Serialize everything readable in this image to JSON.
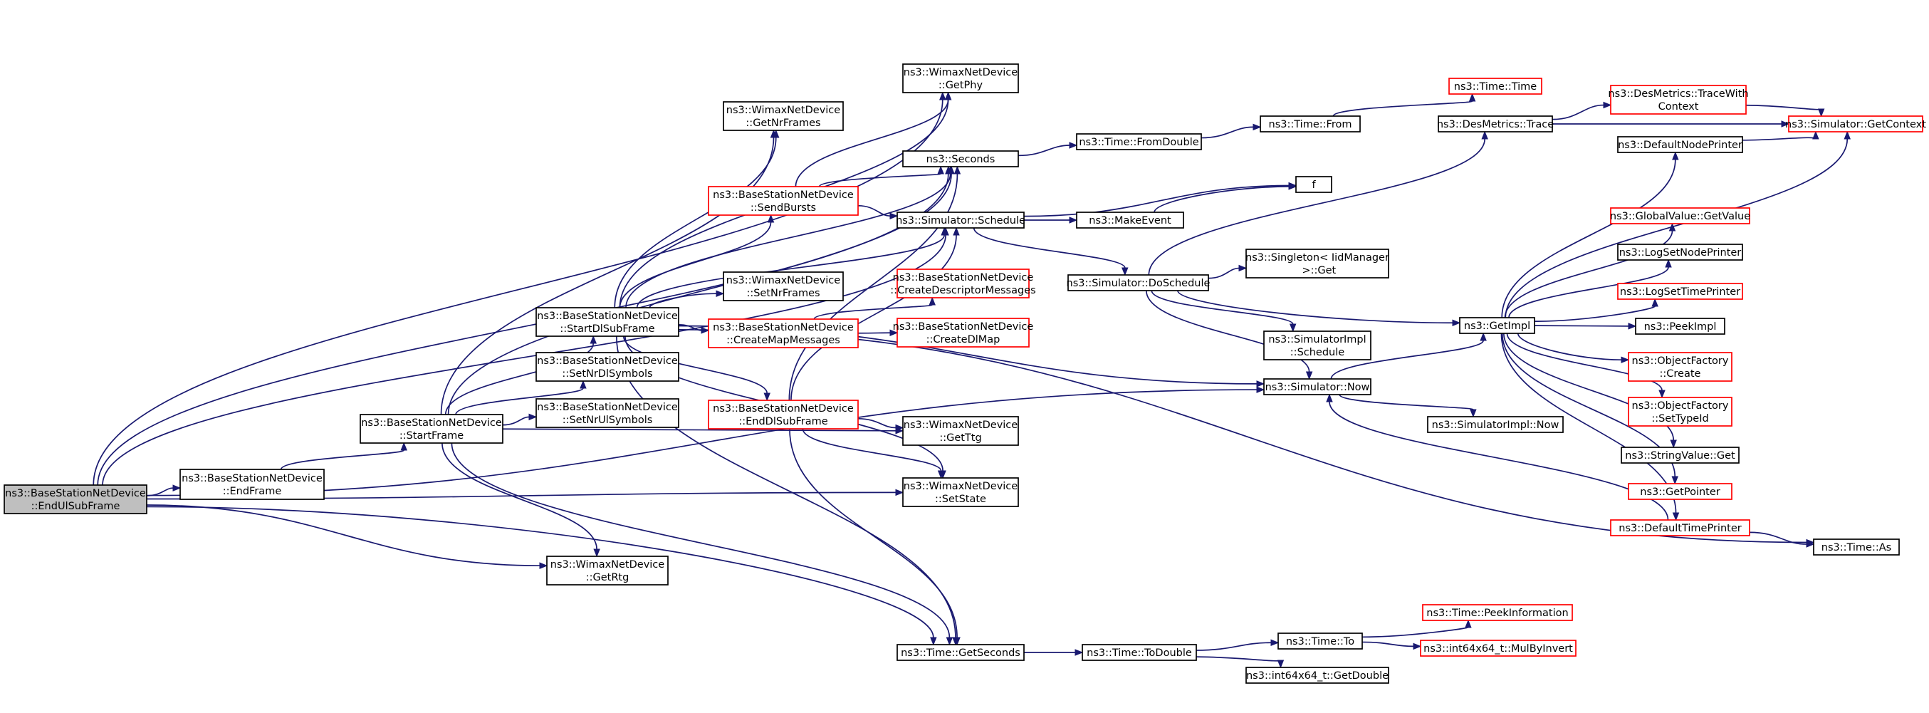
{
  "colors": {
    "edge": "#191970",
    "border_documented": "#000000",
    "border_undocumented": "#ff0000",
    "root_fill": "#bfbfbf",
    "node_fill": "#ffffff"
  },
  "nodes": [
    {
      "id": "endul",
      "lines": [
        "ns3::BaseStationNetDevice",
        "::EndUlSubFrame"
      ],
      "border": "black",
      "root": true
    },
    {
      "id": "endframe",
      "lines": [
        "ns3::BaseStationNetDevice",
        "::EndFrame"
      ],
      "border": "black"
    },
    {
      "id": "startframe",
      "lines": [
        "ns3::BaseStationNetDevice",
        "::StartFrame"
      ],
      "border": "black"
    },
    {
      "id": "startdl",
      "lines": [
        "ns3::BaseStationNetDevice",
        "::StartDlSubFrame"
      ],
      "border": "black"
    },
    {
      "id": "setnrdl",
      "lines": [
        "ns3::BaseStationNetDevice",
        "::SetNrDlSymbols"
      ],
      "border": "black"
    },
    {
      "id": "setnrul",
      "lines": [
        "ns3::BaseStationNetDevice",
        "::SetNrUlSymbols"
      ],
      "border": "black"
    },
    {
      "id": "getrtg",
      "lines": [
        "ns3::WimaxNetDevice",
        "::GetRtg"
      ],
      "border": "black"
    },
    {
      "id": "getnrframes",
      "lines": [
        "ns3::WimaxNetDevice",
        "::GetNrFrames"
      ],
      "border": "black"
    },
    {
      "id": "sendbursts",
      "lines": [
        "ns3::BaseStationNetDevice",
        "::SendBursts"
      ],
      "border": "red"
    },
    {
      "id": "setnrframes",
      "lines": [
        "ns3::WimaxNetDevice",
        "::SetNrFrames"
      ],
      "border": "black"
    },
    {
      "id": "createmap",
      "lines": [
        "ns3::BaseStationNetDevice",
        "::CreateMapMessages"
      ],
      "border": "red"
    },
    {
      "id": "enddl",
      "lines": [
        "ns3::BaseStationNetDevice",
        "::EndDlSubFrame"
      ],
      "border": "red"
    },
    {
      "id": "getphy",
      "lines": [
        "ns3::WimaxNetDevice",
        "::GetPhy"
      ],
      "border": "black"
    },
    {
      "id": "seconds",
      "lines": [
        "ns3::Seconds"
      ],
      "border": "black"
    },
    {
      "id": "schedule",
      "lines": [
        "ns3::Simulator::Schedule"
      ],
      "border": "black"
    },
    {
      "id": "createdesc",
      "lines": [
        "ns3::BaseStationNetDevice",
        "::CreateDescriptorMessages"
      ],
      "border": "red"
    },
    {
      "id": "createdlmap",
      "lines": [
        "ns3::BaseStationNetDevice",
        "::CreateDlMap"
      ],
      "border": "red"
    },
    {
      "id": "getttg",
      "lines": [
        "ns3::WimaxNetDevice",
        "::GetTtg"
      ],
      "border": "black"
    },
    {
      "id": "setstate",
      "lines": [
        "ns3::WimaxNetDevice",
        "::SetState"
      ],
      "border": "black"
    },
    {
      "id": "getseconds",
      "lines": [
        "ns3::Time::GetSeconds"
      ],
      "border": "black"
    },
    {
      "id": "fromdouble",
      "lines": [
        "ns3::Time::FromDouble"
      ],
      "border": "black"
    },
    {
      "id": "makeevent",
      "lines": [
        "ns3::MakeEvent"
      ],
      "border": "black"
    },
    {
      "id": "doschedule",
      "lines": [
        "ns3::Simulator::DoSchedule"
      ],
      "border": "black"
    },
    {
      "id": "todouble",
      "lines": [
        "ns3::Time::ToDouble"
      ],
      "border": "black"
    },
    {
      "id": "timefrom",
      "lines": [
        "ns3::Time::From"
      ],
      "border": "black"
    },
    {
      "id": "f",
      "lines": [
        "f"
      ],
      "border": "black"
    },
    {
      "id": "singleton",
      "lines": [
        "ns3::Singleton< IidManager",
        " >::Get"
      ],
      "border": "black"
    },
    {
      "id": "simimplsched",
      "lines": [
        "ns3::SimulatorImpl",
        "::Schedule"
      ],
      "border": "black"
    },
    {
      "id": "now",
      "lines": [
        "ns3::Simulator::Now"
      ],
      "border": "black"
    },
    {
      "id": "timeto",
      "lines": [
        "ns3::Time::To"
      ],
      "border": "black"
    },
    {
      "id": "getdouble",
      "lines": [
        "ns3::int64x64_t::GetDouble"
      ],
      "border": "black"
    },
    {
      "id": "timetime",
      "lines": [
        "ns3::Time::Time"
      ],
      "border": "red"
    },
    {
      "id": "desmetrics",
      "lines": [
        "ns3::DesMetrics::Trace"
      ],
      "border": "black"
    },
    {
      "id": "getimpl",
      "lines": [
        "ns3::GetImpl"
      ],
      "border": "black"
    },
    {
      "id": "simimplnow",
      "lines": [
        "ns3::SimulatorImpl::Now"
      ],
      "border": "black"
    },
    {
      "id": "peekinfo",
      "lines": [
        "ns3::Time::PeekInformation"
      ],
      "border": "red"
    },
    {
      "id": "mulbyinvert",
      "lines": [
        "ns3::int64x64_t::MulByInvert"
      ],
      "border": "red"
    },
    {
      "id": "tracewith",
      "lines": [
        "ns3::DesMetrics::TraceWith",
        "Context"
      ],
      "border": "red"
    },
    {
      "id": "getcontext",
      "lines": [
        "ns3::Simulator::GetContext"
      ],
      "border": "red"
    },
    {
      "id": "defnodeprinter",
      "lines": [
        "ns3::DefaultNodePrinter"
      ],
      "border": "black"
    },
    {
      "id": "globalvalue",
      "lines": [
        "ns3::GlobalValue::GetValue"
      ],
      "border": "red"
    },
    {
      "id": "lognodeprinter",
      "lines": [
        "ns3::LogSetNodePrinter"
      ],
      "border": "black"
    },
    {
      "id": "logtimeprinter",
      "lines": [
        "ns3::LogSetTimePrinter"
      ],
      "border": "red"
    },
    {
      "id": "peekimpl",
      "lines": [
        "ns3::PeekImpl"
      ],
      "border": "black"
    },
    {
      "id": "ofcreate",
      "lines": [
        "ns3::ObjectFactory",
        "::Create"
      ],
      "border": "red"
    },
    {
      "id": "oftypeid",
      "lines": [
        "ns3::ObjectFactory",
        "::SetTypeId"
      ],
      "border": "red"
    },
    {
      "id": "stringvalue",
      "lines": [
        "ns3::StringValue::Get"
      ],
      "border": "black"
    },
    {
      "id": "getpointer",
      "lines": [
        "ns3::GetPointer"
      ],
      "border": "red"
    },
    {
      "id": "deftimeprinter",
      "lines": [
        "ns3::DefaultTimePrinter"
      ],
      "border": "red"
    },
    {
      "id": "timeas",
      "lines": [
        "ns3::Time::As"
      ],
      "border": "black"
    }
  ],
  "edges": [
    [
      "endul",
      "endframe"
    ],
    [
      "endul",
      "seconds"
    ],
    [
      "endul",
      "schedule"
    ],
    [
      "endul",
      "getphy"
    ],
    [
      "endul",
      "getrtg"
    ],
    [
      "endul",
      "setstate"
    ],
    [
      "endul",
      "getseconds"
    ],
    [
      "endul",
      "now"
    ],
    [
      "endframe",
      "startframe"
    ],
    [
      "startframe",
      "startdl"
    ],
    [
      "startframe",
      "setnrdl"
    ],
    [
      "startframe",
      "setnrul"
    ],
    [
      "startframe",
      "getrtg"
    ],
    [
      "startframe",
      "seconds"
    ],
    [
      "startframe",
      "getttg"
    ],
    [
      "startframe",
      "getseconds"
    ],
    [
      "startframe",
      "getnrframes"
    ],
    [
      "startdl",
      "getnrframes"
    ],
    [
      "startdl",
      "getphy"
    ],
    [
      "startdl",
      "seconds"
    ],
    [
      "startdl",
      "sendbursts"
    ],
    [
      "startdl",
      "schedule"
    ],
    [
      "startdl",
      "setnrframes"
    ],
    [
      "startdl",
      "createmap"
    ],
    [
      "startdl",
      "enddl"
    ],
    [
      "startdl",
      "setstate"
    ],
    [
      "startdl",
      "now"
    ],
    [
      "startdl",
      "getseconds"
    ],
    [
      "startdl",
      "timeas"
    ],
    [
      "sendbursts",
      "getphy"
    ],
    [
      "sendbursts",
      "seconds"
    ],
    [
      "sendbursts",
      "schedule"
    ],
    [
      "createmap",
      "createdesc"
    ],
    [
      "createmap",
      "createdlmap"
    ],
    [
      "enddl",
      "seconds"
    ],
    [
      "enddl",
      "schedule"
    ],
    [
      "enddl",
      "getttg"
    ],
    [
      "enddl",
      "setstate"
    ],
    [
      "enddl",
      "getseconds"
    ],
    [
      "seconds",
      "fromdouble"
    ],
    [
      "fromdouble",
      "timefrom"
    ],
    [
      "timefrom",
      "timetime"
    ],
    [
      "schedule",
      "f"
    ],
    [
      "schedule",
      "makeevent"
    ],
    [
      "schedule",
      "doschedule"
    ],
    [
      "makeevent",
      "f"
    ],
    [
      "doschedule",
      "desmetrics"
    ],
    [
      "doschedule",
      "singleton"
    ],
    [
      "doschedule",
      "getimpl"
    ],
    [
      "doschedule",
      "simimplsched"
    ],
    [
      "doschedule",
      "now"
    ],
    [
      "now",
      "getimpl"
    ],
    [
      "now",
      "simimplnow"
    ],
    [
      "getseconds",
      "todouble"
    ],
    [
      "todouble",
      "timeto"
    ],
    [
      "todouble",
      "getdouble"
    ],
    [
      "timeto",
      "peekinfo"
    ],
    [
      "timeto",
      "mulbyinvert"
    ],
    [
      "desmetrics",
      "tracewith"
    ],
    [
      "desmetrics",
      "getcontext"
    ],
    [
      "tracewith",
      "getcontext"
    ],
    [
      "getimpl",
      "defnodeprinter"
    ],
    [
      "getimpl",
      "getcontext"
    ],
    [
      "getimpl",
      "globalvalue"
    ],
    [
      "getimpl",
      "lognodeprinter"
    ],
    [
      "getimpl",
      "logtimeprinter"
    ],
    [
      "getimpl",
      "peekimpl"
    ],
    [
      "getimpl",
      "ofcreate"
    ],
    [
      "getimpl",
      "oftypeid"
    ],
    [
      "getimpl",
      "stringvalue"
    ],
    [
      "getimpl",
      "getpointer"
    ],
    [
      "getimpl",
      "deftimeprinter"
    ],
    [
      "defnodeprinter",
      "getcontext"
    ],
    [
      "deftimeprinter",
      "timeas"
    ],
    [
      "deftimeprinter",
      "now"
    ]
  ]
}
